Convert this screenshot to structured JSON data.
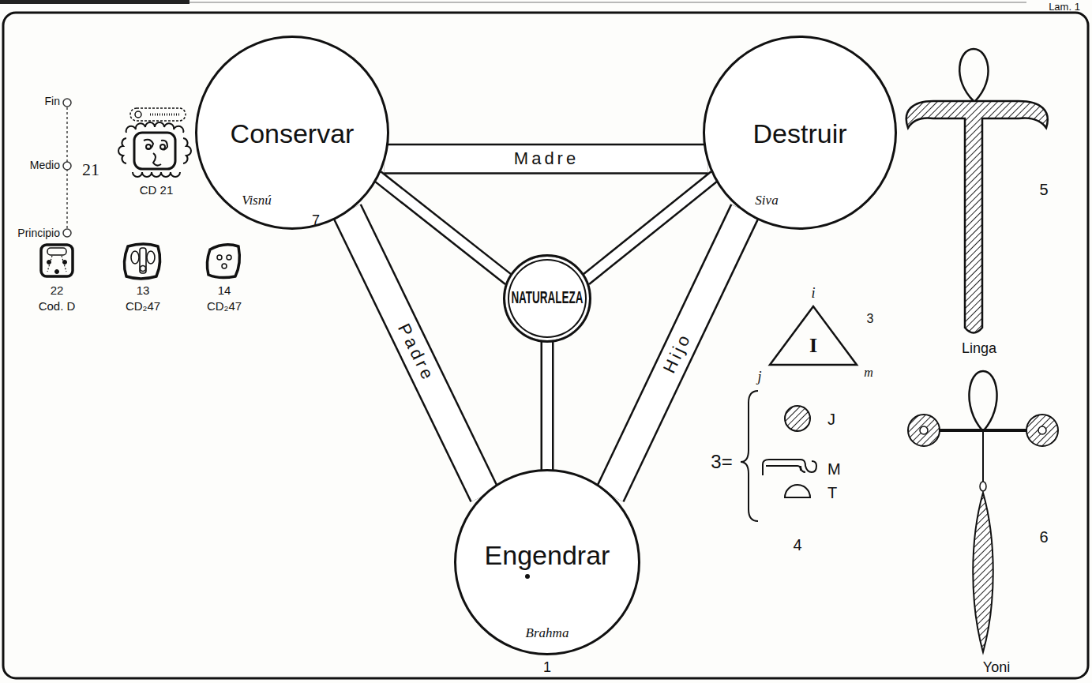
{
  "diagram": {
    "nodes": [
      {
        "text": [
          "Conservar",
          "Visnú"
        ]
      },
      {
        "text": [
          "Destruir",
          "Siva"
        ]
      },
      {
        "text": [
          "NATURALEZA"
        ]
      },
      {
        "text": [
          "Engendrar",
          "Brahma"
        ]
      }
    ],
    "edges": [
      {
        "from": 0,
        "to": 1,
        "arrow": "none",
        "label": "Madre"
      },
      {
        "from": 0,
        "to": 3,
        "arrow": "none",
        "label": "Padre"
      },
      {
        "from": 1,
        "to": 3,
        "arrow": "none",
        "label": "Hijo"
      },
      {
        "from": 2,
        "to": 0,
        "arrow": "none"
      },
      {
        "from": 2,
        "to": 1,
        "arrow": "none"
      },
      {
        "from": 2,
        "to": 3,
        "arrow": "none"
      }
    ],
    "labels": [
      "Lam. 1",
      "Fin",
      "Medio",
      "Principio",
      "21",
      "CD 21",
      "7",
      "22",
      "Cod. D",
      "13",
      "CD₂47",
      "14",
      "CD₂47",
      "1",
      "i",
      "I",
      "3",
      "j",
      "m",
      "J",
      "3=",
      "M",
      "T",
      "4",
      "5",
      "Linga",
      "6",
      "Yoni"
    ]
  }
}
